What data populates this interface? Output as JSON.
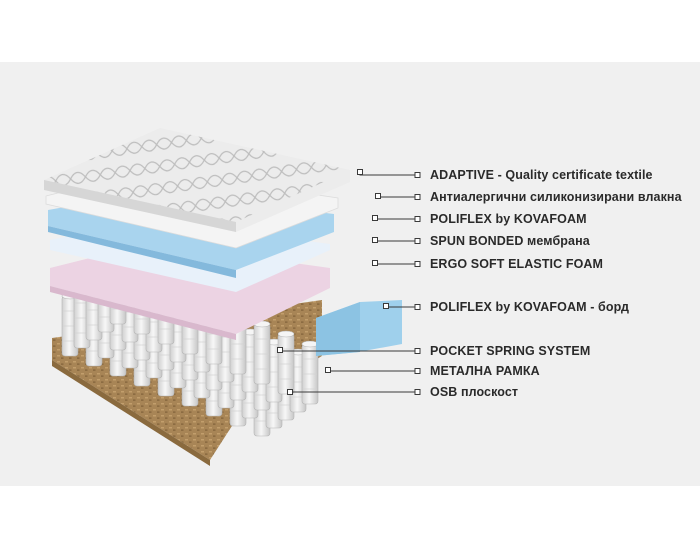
{
  "layers": [
    {
      "label": "ADAPTIVE - Quality certificate textile"
    },
    {
      "label": "Антиалергични силиконизирани влакна"
    },
    {
      "label": "POLIFLEX by KOVAFOAM"
    },
    {
      "label": "SPUN BONDED мембрана"
    },
    {
      "label": "ERGO SOFT ELASTIC FOAM"
    },
    {
      "label": "POLIFLEX by KOVAFOAM - борд"
    },
    {
      "label": "POCKET SPRING SYSTEM"
    },
    {
      "label": "МЕТАЛНА РАМКА"
    },
    {
      "label": "OSB плоскост"
    }
  ],
  "colors": {
    "background": "#f0f0f0",
    "textile": "#ececec",
    "fibers": "#f4f4f4",
    "poliflex": "#a9d4ee",
    "spunbonded": "#e8f1fa",
    "ergofoam": "#ecd3e3",
    "border_foam": "#9fd0ec",
    "springs": "#e9e9e9",
    "osb": "#a88556",
    "leader": "#3a3a3a"
  }
}
